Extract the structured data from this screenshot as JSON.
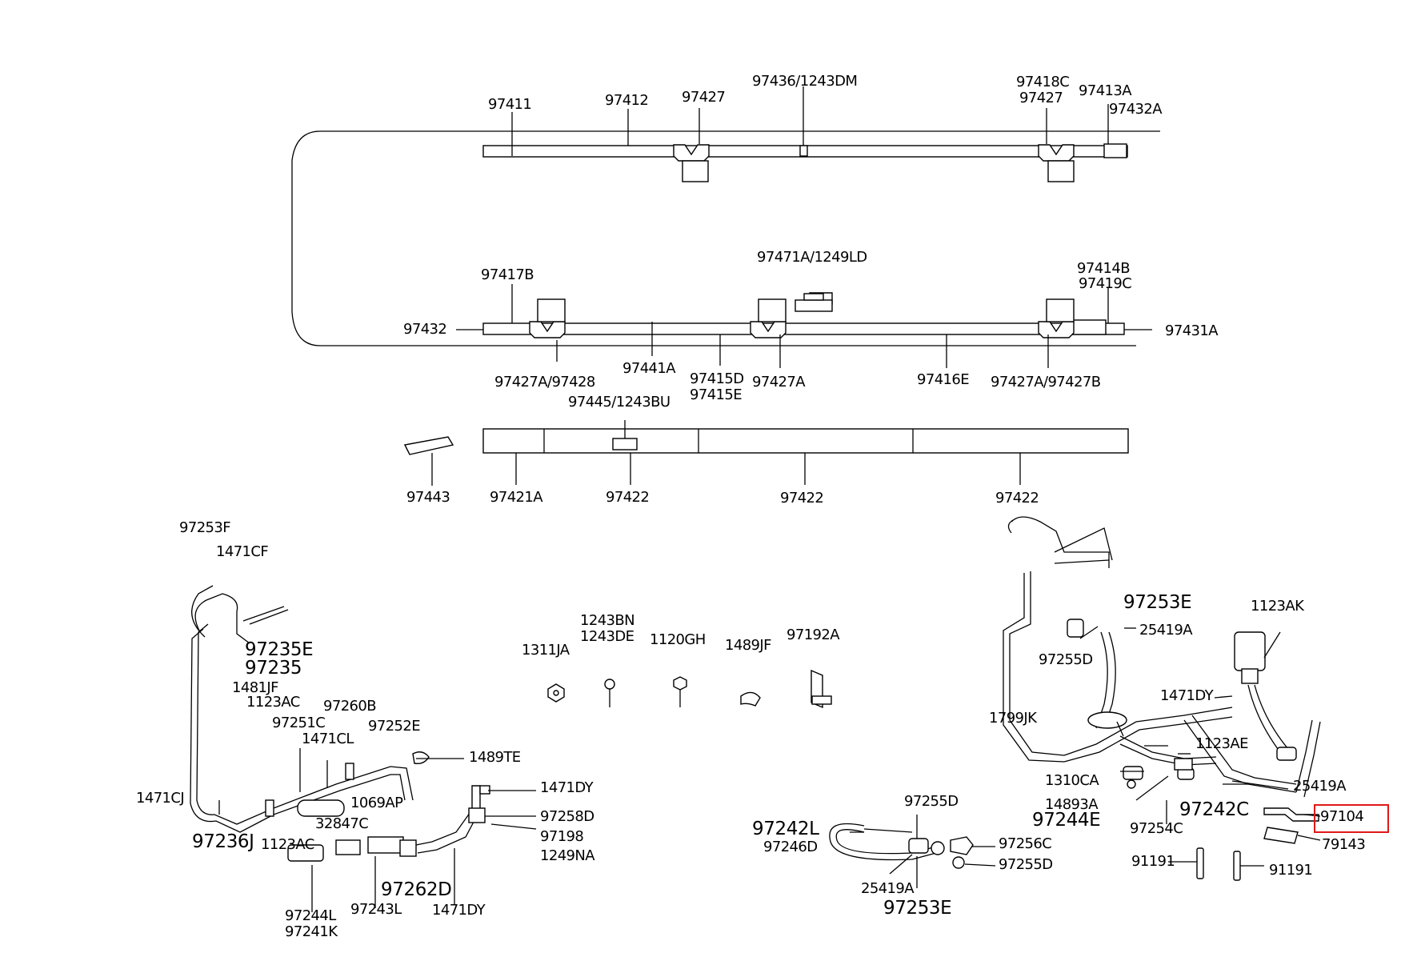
{
  "highlight_color": "#e01818",
  "labels": {
    "l97411": "97411",
    "l97412": "97412",
    "l97427_top": "97427",
    "l97436": "97436/1243DM",
    "l97418C": "97418C",
    "l97427_top2": "97427",
    "l97413A": "97413A",
    "l97432A": "97432A",
    "l97471A": "97471A/1249LD",
    "l97417B": "97417B",
    "l97414B": "97414B",
    "l97419C": "97419C",
    "l97432": "97432",
    "l97431A": "97431A",
    "l97441A": "97441A",
    "l97427A_97428": "97427A/97428",
    "l97415D": "97415D",
    "l97415E": "97415E",
    "l97427A_mid": "97427A",
    "l97416E": "97416E",
    "l97427A_97427B": "97427A/97427B",
    "l97445": "97445/1243BU",
    "l97443": "97443",
    "l97421A": "97421A",
    "l97422_1": "97422",
    "l97422_2": "97422",
    "l97422_3": "97422",
    "l97253F": "97253F",
    "l1471CF": "1471CF",
    "l97235E": "97235E",
    "l97235": "97235",
    "l1481JF": "1481JF",
    "l1123AC_a": "1123AC",
    "l97260B": "97260B",
    "l97251C": "97251C",
    "l1471CL": "1471CL",
    "l97252E": "97252E",
    "l1489TE": "1489TE",
    "l1471CJ": "1471CJ",
    "l1069AP": "1069AP",
    "l97236J": "97236J",
    "l1123AC_b": "1123AC",
    "l32847C": "32847C",
    "l1471DY_a": "1471DY",
    "l97258D": "97258D",
    "l97198": "97198",
    "l1249NA": "1249NA",
    "l97262D": "97262D",
    "l97244L": "97244L",
    "l97241K": "97241K",
    "l97243L": "97243L",
    "l1471DY_b": "1471DY",
    "l1243BN": "1243BN",
    "l1243DE": "1243DE",
    "l1311JA": "1311JA",
    "l1120GH": "1120GH",
    "l1489JF": "1489JF",
    "l97192A": "97192A",
    "l97253E_top": "97253E",
    "l25419A_a": "25419A",
    "l1123AK": "1123AK",
    "l97255D_a": "97255D",
    "l1471DY_c": "1471DY",
    "l1799JK": "1799JK",
    "l1123AE": "1123AE",
    "l1310CA": "1310CA",
    "l25419A_b": "25419A",
    "l14893A": "14893A",
    "l97244E": "97244E",
    "l97242C": "97242C",
    "l97254C": "97254C",
    "l97104": "97104",
    "l79143": "79143",
    "l91191_a": "91191",
    "l91191_b": "91191",
    "l97242L": "97242L",
    "l97246D": "97246D",
    "l97255D_b": "97255D",
    "l97256C": "97256C",
    "l97255D_c": "97255D",
    "l25419A_c": "25419A",
    "l97253E_bot": "97253E"
  }
}
